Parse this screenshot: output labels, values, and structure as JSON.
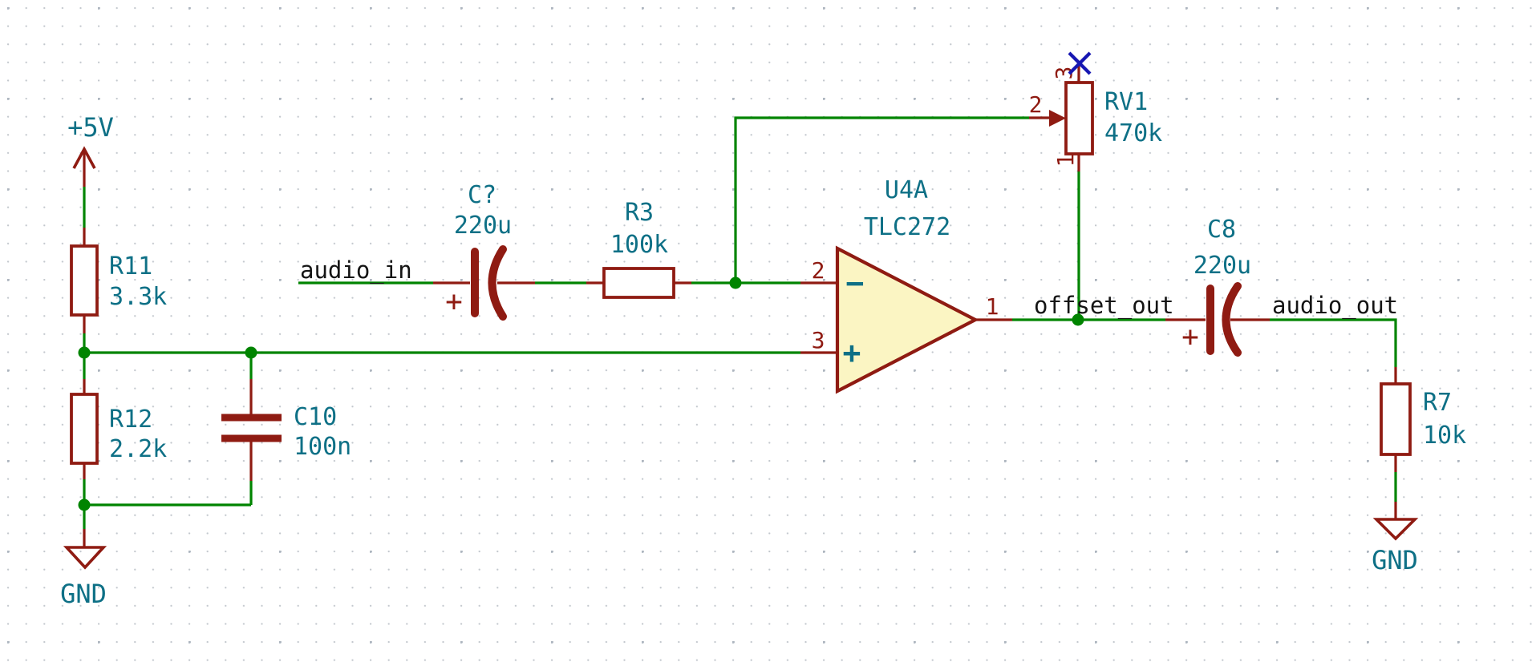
{
  "app": "schematic-editor-canvas",
  "colors": {
    "wire_green": "#008400",
    "symbol_maroon": "#8F1B12",
    "field_teal": "#0E7086",
    "net_label_black": "#141414",
    "no_connect_blue": "#1717B2",
    "opamp_fill_yellow": "#FBF5C3",
    "background": "#FFFFFF",
    "grid_dot": "#C2C7CD"
  },
  "power": {
    "plus5v": {
      "label": "+5V"
    },
    "gnd_left": {
      "label": "GND"
    },
    "gnd_right": {
      "label": "GND"
    }
  },
  "net_labels": {
    "audio_in": "audio_in",
    "offset_out": "offset_out",
    "audio_out": "audio_out"
  },
  "components": {
    "r11": {
      "ref": "R11",
      "value": "3.3k"
    },
    "r12": {
      "ref": "R12",
      "value": "2.2k"
    },
    "c10": {
      "ref": "C10",
      "value": "100n"
    },
    "cin": {
      "ref": "C?",
      "value": "220u",
      "polarity_mark": "+"
    },
    "r3": {
      "ref": "R3",
      "value": "100k"
    },
    "opamp": {
      "ref": "U4A",
      "value": "TLC272",
      "pin_inverting": "2",
      "pin_noninverting": "3",
      "pin_output": "1",
      "inverting_sign": "−",
      "noninverting_sign": "+"
    },
    "rv1": {
      "ref": "RV1",
      "value": "470k",
      "pin_top": "3",
      "pin_wiper": "2",
      "pin_bottom": "1"
    },
    "c8": {
      "ref": "C8",
      "value": "220u",
      "polarity_mark": "+"
    },
    "r7": {
      "ref": "R7",
      "value": "10k"
    }
  }
}
